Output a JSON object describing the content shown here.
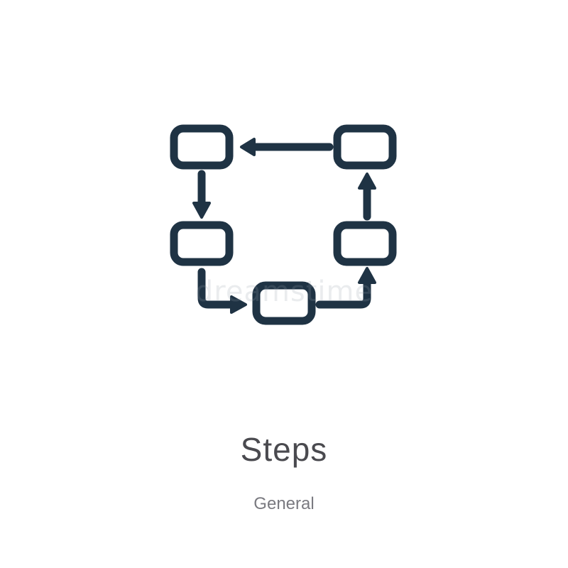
{
  "icon": {
    "name": "steps-icon",
    "stroke_color": "#1f3344"
  },
  "title": "Steps",
  "category": "General",
  "watermark": "dreamstime"
}
